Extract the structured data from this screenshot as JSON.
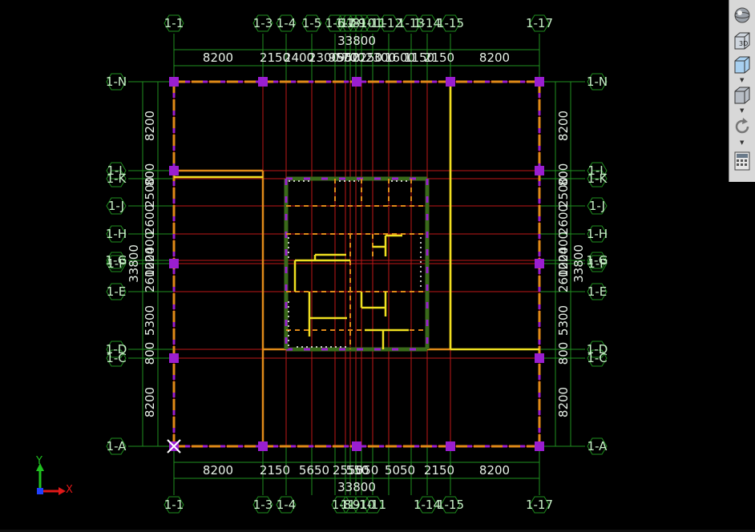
{
  "toolbar": {
    "items": [
      {
        "icon": "globe-render-icon"
      },
      {
        "icon": "3d-view-icon",
        "label": "3D"
      },
      {
        "icon": "box-view-icon"
      },
      {
        "icon": "box-side-icon"
      },
      {
        "icon": "rotate-icon"
      },
      {
        "icon": "calculator-icon"
      }
    ]
  },
  "axis_triad": {
    "y_label": "Y",
    "x_label": "X"
  },
  "grids": {
    "top_labels": [
      "1-1",
      "1-3",
      "1-4",
      "1-5",
      "1-6",
      "1-7",
      "1-8",
      "1-9",
      "1-10",
      "1-11",
      "1-12",
      "1-13",
      "1-14",
      "1-15",
      "1-17"
    ],
    "bottom_labels": [
      "1-1",
      "1-3",
      "1-4",
      "1-8",
      "1-9",
      "1-10",
      "1-11",
      "1-14",
      "1-15",
      "1-17"
    ],
    "left_labels": [
      "1-N",
      "1-L",
      "1-K",
      "1-J",
      "1-H",
      "1-G",
      "1-F",
      "1-E",
      "1-D",
      "1-C",
      "1-A"
    ],
    "right_labels": [
      "1-N",
      "1-L",
      "1-K",
      "1-J",
      "1-H",
      "1-G",
      "1-F",
      "1-E",
      "1-D",
      "1-C",
      "1-A"
    ]
  },
  "dimensions": {
    "top_total": "33800",
    "top_segments": [
      "8200",
      "2150",
      "2400",
      "2300",
      "950",
      "950",
      "700",
      "2250",
      "2300",
      "1600",
      "1150",
      "2150",
      "8200"
    ],
    "bottom_total": "33800",
    "bottom_segments": [
      "8200",
      "2150",
      "5650",
      "2550",
      "550",
      "550",
      "5050",
      "2150",
      "8200"
    ],
    "left_total": "33800",
    "left_segments": [
      "8200",
      "800",
      "2500",
      "2600",
      "2400",
      "1200",
      "2600",
      "5300",
      "800",
      "8200"
    ],
    "right_total": "33800",
    "right_segments": [
      "8200",
      "800",
      "2500",
      "2600",
      "2400",
      "1200",
      "2600",
      "5300",
      "800",
      "8200"
    ]
  },
  "colors": {
    "grid_line": "#c01818",
    "axis_ext": "#1f8f1f",
    "column": "#9a1ed0",
    "beam": "#e08a18",
    "wall_yellow": "#f0e020",
    "shear_wall": "#3a6a1a"
  }
}
